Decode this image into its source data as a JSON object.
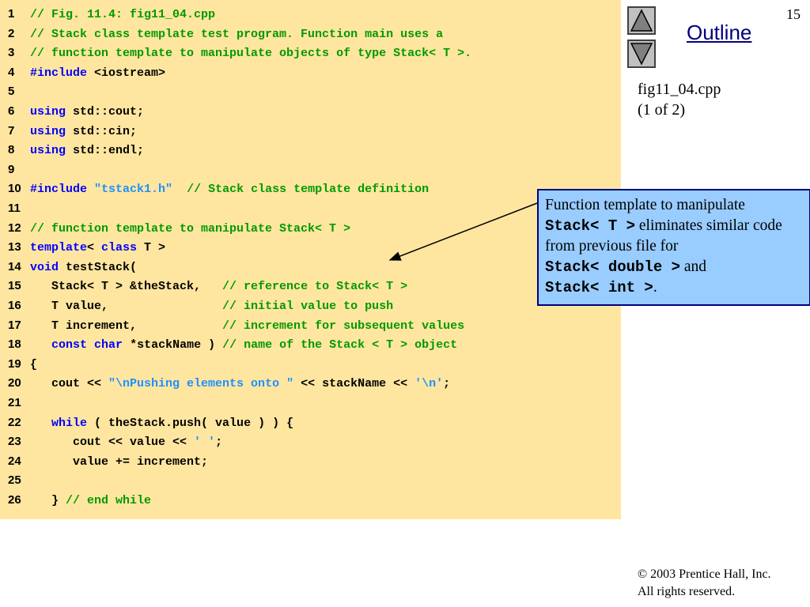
{
  "slide_number": "15",
  "outline_label": "Outline",
  "file_name": "fig11_04.cpp",
  "file_part": "(1 of 2)",
  "code": {
    "lines": [
      {
        "n": "1",
        "tokens": [
          {
            "t": "// Fig. 11.4: fig11_04.cpp",
            "c": "cm"
          }
        ]
      },
      {
        "n": "2",
        "tokens": [
          {
            "t": "// Stack class template test program. Function main uses a",
            "c": "cm"
          }
        ]
      },
      {
        "n": "3",
        "tokens": [
          {
            "t": "// function template to manipulate objects of type Stack< T >.",
            "c": "cm"
          }
        ]
      },
      {
        "n": "4",
        "tokens": [
          {
            "t": "#include",
            "c": "kw"
          },
          {
            "t": " <iostream>",
            "c": ""
          }
        ]
      },
      {
        "n": "5",
        "tokens": []
      },
      {
        "n": "6",
        "tokens": [
          {
            "t": "using",
            "c": "kw"
          },
          {
            "t": " std::cout;",
            "c": ""
          }
        ]
      },
      {
        "n": "7",
        "tokens": [
          {
            "t": "using",
            "c": "kw"
          },
          {
            "t": " std::cin;",
            "c": ""
          }
        ]
      },
      {
        "n": "8",
        "tokens": [
          {
            "t": "using",
            "c": "kw"
          },
          {
            "t": " std::endl;",
            "c": ""
          }
        ]
      },
      {
        "n": "9",
        "tokens": []
      },
      {
        "n": "10",
        "tokens": [
          {
            "t": "#include",
            "c": "kw"
          },
          {
            "t": " ",
            "c": ""
          },
          {
            "t": "\"tstack1.h\"",
            "c": "st"
          },
          {
            "t": "  ",
            "c": ""
          },
          {
            "t": "// Stack class template definition",
            "c": "cm"
          }
        ]
      },
      {
        "n": "11",
        "tokens": []
      },
      {
        "n": "12",
        "tokens": [
          {
            "t": "// function template to manipulate Stack< T >",
            "c": "cm"
          }
        ]
      },
      {
        "n": "13",
        "tokens": [
          {
            "t": "template",
            "c": "kw"
          },
          {
            "t": "< ",
            "c": ""
          },
          {
            "t": "class",
            "c": "kw"
          },
          {
            "t": " T >",
            "c": ""
          }
        ]
      },
      {
        "n": "14",
        "tokens": [
          {
            "t": "void",
            "c": "kw"
          },
          {
            "t": " testStack(",
            "c": ""
          }
        ]
      },
      {
        "n": "15",
        "tokens": [
          {
            "t": "   Stack< T > &theStack,   ",
            "c": ""
          },
          {
            "t": "// reference to Stack< T >",
            "c": "cm"
          }
        ]
      },
      {
        "n": "16",
        "tokens": [
          {
            "t": "   T value,                ",
            "c": ""
          },
          {
            "t": "// initial value to push",
            "c": "cm"
          }
        ]
      },
      {
        "n": "17",
        "tokens": [
          {
            "t": "   T increment,            ",
            "c": ""
          },
          {
            "t": "// increment for subsequent values",
            "c": "cm"
          }
        ]
      },
      {
        "n": "18",
        "tokens": [
          {
            "t": "   ",
            "c": ""
          },
          {
            "t": "const",
            "c": "kw"
          },
          {
            "t": " ",
            "c": ""
          },
          {
            "t": "char",
            "c": "kw"
          },
          {
            "t": " *stackName ) ",
            "c": ""
          },
          {
            "t": "// name of the Stack < T > object",
            "c": "cm"
          }
        ]
      },
      {
        "n": "19",
        "tokens": [
          {
            "t": "{",
            "c": ""
          }
        ]
      },
      {
        "n": "20",
        "tokens": [
          {
            "t": "   cout << ",
            "c": ""
          },
          {
            "t": "\"\\nPushing elements onto \"",
            "c": "st"
          },
          {
            "t": " << stackName << ",
            "c": ""
          },
          {
            "t": "'\\n'",
            "c": "st"
          },
          {
            "t": ";",
            "c": ""
          }
        ]
      },
      {
        "n": "21",
        "tokens": []
      },
      {
        "n": "22",
        "tokens": [
          {
            "t": "   ",
            "c": ""
          },
          {
            "t": "while",
            "c": "kw"
          },
          {
            "t": " ( theStack.push( value ) ) {",
            "c": ""
          }
        ]
      },
      {
        "n": "23",
        "tokens": [
          {
            "t": "      cout << value << ",
            "c": ""
          },
          {
            "t": "' '",
            "c": "st"
          },
          {
            "t": ";",
            "c": ""
          }
        ]
      },
      {
        "n": "24",
        "tokens": [
          {
            "t": "      value += increment;",
            "c": ""
          }
        ]
      },
      {
        "n": "25",
        "tokens": []
      },
      {
        "n": "26",
        "tokens": [
          {
            "t": "   } ",
            "c": ""
          },
          {
            "t": "// end while",
            "c": "cm"
          }
        ]
      }
    ]
  },
  "callout": {
    "text_1": "Function template to manipulate",
    "code_1": "Stack< T >",
    "text_2": " eliminates similar code from previous file for",
    "code_2": "Stack< double >",
    "text_3": " and",
    "code_3": "Stack< int >",
    "text_4": "."
  },
  "copyright": {
    "line_1": "© 2003 Prentice Hall, Inc.",
    "line_2": "All rights reserved."
  },
  "colors": {
    "code_bg": "#FFE6A0",
    "comment": "#009900",
    "keyword": "#0000FF",
    "string": "#1E90FF",
    "callout_bg": "#99CCFF"
  }
}
